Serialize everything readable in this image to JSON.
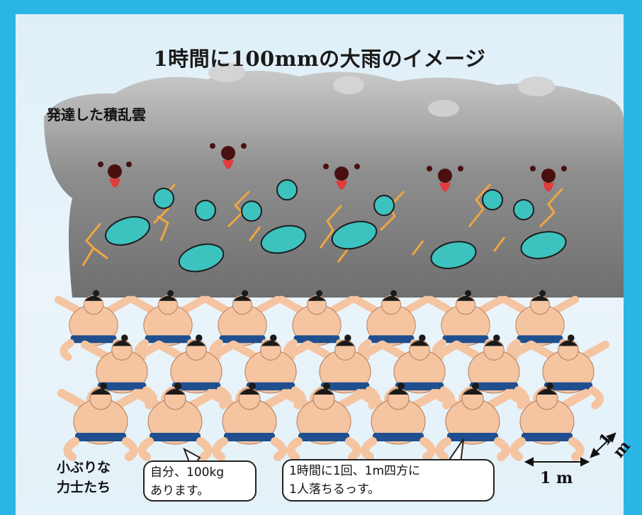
{
  "title": "1時間に100mmの大雨のイメージ",
  "cloud_label": "発達した積乱雲",
  "caption": {
    "line1": "小ぶりな",
    "line2": "力士たち"
  },
  "bubble1": {
    "line1": "自分、100kg",
    "line2": "あります。"
  },
  "bubble2": {
    "line1": "1時間に1回、1m四方に",
    "line2": "1人落ちるっす。"
  },
  "dimension": {
    "width": "1 m",
    "depth": "1 m"
  },
  "colors": {
    "frame": "#2bb5e6",
    "cloud": "#8f8f8f",
    "seal": "#3cc3c0",
    "lightning": "#f0a640",
    "skin": "#f5c4a0",
    "belt": "#1f4f8f"
  }
}
